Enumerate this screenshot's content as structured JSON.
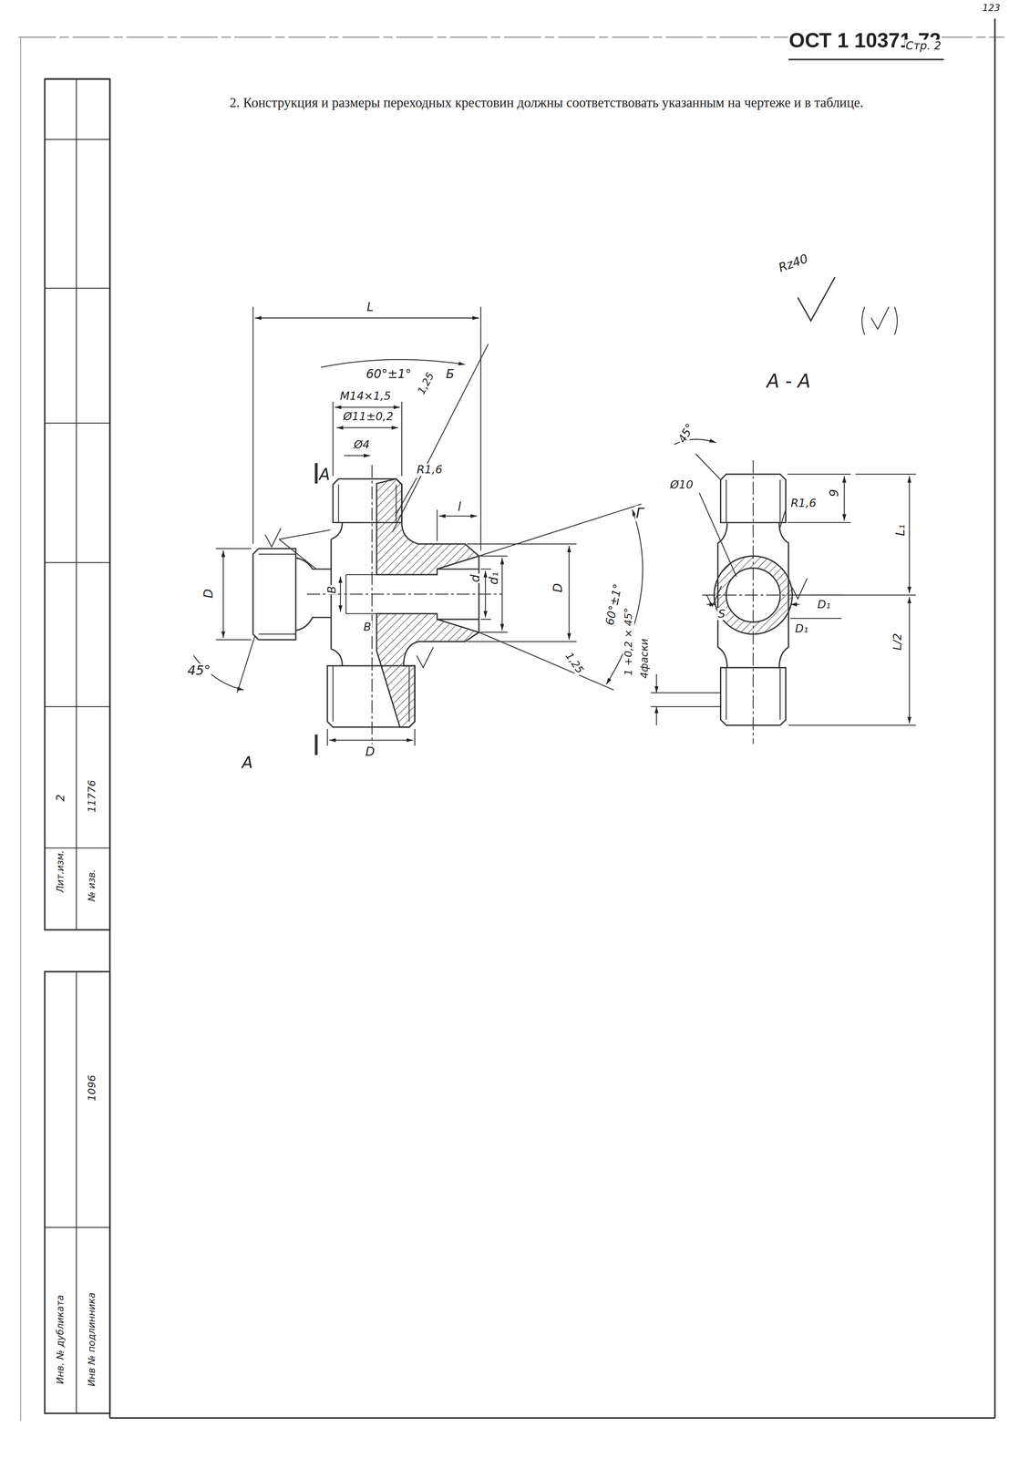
{
  "diagram": {
    "labels": [
      "123",
      "ОСТ 1 10371-72",
      "Стр. 2",
      "2. Конструкция и размеры переходных крестовин должны соответствовать указанным на чертеже и в таблице.",
      "Rz40",
      "А - А",
      "L",
      "60°±1°",
      "Б",
      "М14×1,5",
      "1,25",
      "Ø11±0,2",
      "Ø4",
      "А",
      "R1,6",
      "l",
      "D",
      "В",
      "В",
      "d",
      "d₁",
      "D",
      "60°±1°",
      "Г",
      "45°",
      "1,25",
      "D",
      "А",
      "45°",
      "9",
      "Ø10",
      "R1,6",
      "L₁",
      "D₁",
      "S",
      "D₁",
      "L/2",
      "1 +0,2 × 45°",
      "4фаски",
      "Лит.изм.",
      "2",
      "№ изв.",
      "11776",
      "1096",
      "Инв. № дубликата",
      "Инв № подлинника"
    ]
  }
}
